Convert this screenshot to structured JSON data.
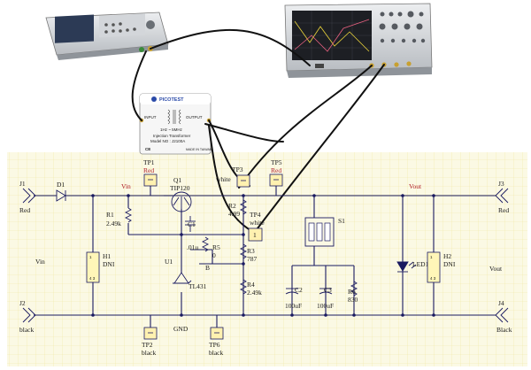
{
  "equipment": {
    "injection_transformer": {
      "brand": "PICOTEST",
      "input_label": "INPUT",
      "output_label": "OUTPUT",
      "freq_range": "1Hz ~ 5MHz",
      "caption": "Injection Transformer",
      "model": "Model NO : J2100A",
      "made_in": "MADE IN TAIWAN"
    }
  },
  "schematic": {
    "connectors": [
      {
        "ref": "J1",
        "label": "Red"
      },
      {
        "ref": "J2",
        "label": "black"
      },
      {
        "ref": "J3",
        "label": "Red"
      },
      {
        "ref": "J4",
        "label": "Black"
      }
    ],
    "test_points": [
      {
        "ref": "TP1",
        "label": "Red"
      },
      {
        "ref": "TP2",
        "label": "black"
      },
      {
        "ref": "TP3",
        "label": "white"
      },
      {
        "ref": "TP4",
        "label": "white"
      },
      {
        "ref": "TP5",
        "label": "Red"
      },
      {
        "ref": "TP6",
        "label": "black"
      }
    ],
    "components": {
      "d1": "D1",
      "q1_ref": "Q1",
      "q1_value": "TIP120",
      "r1_ref": "R1",
      "r1_value": "2.49k",
      "r2_ref": "R2",
      "r2_value": "4.99",
      "r3_ref": "R3",
      "r3_value": "787",
      "r4_ref": "R4",
      "r4_value": "2.49k",
      "r5_ref": "R5",
      "r5_value": "0",
      "r6_ref": "R6",
      "r6_value": "830",
      "c1_ref": "C1",
      "c1_value": ".01u",
      "c2_ref": "C2",
      "c2_value": "100uF",
      "c3_ref": "C3",
      "c3_value": "100uF",
      "u1_ref": "U1",
      "u1_value": "TL431",
      "h1_ref": "H1",
      "h1_value": "DNI",
      "h2_ref": "H2",
      "h2_value": "DNI",
      "s1_ref": "S1",
      "led1": "LED1",
      "node_b": "B",
      "tp4_marker": "1"
    },
    "nets": {
      "vin_top": "Vin",
      "vin_left": "Vin",
      "vout_top": "Vout",
      "vout_right": "Vout",
      "gnd": "GND"
    }
  },
  "colors": {
    "grid": "#f0e6a2",
    "sheet": "#fbf9e4",
    "wire": "#1a1a60",
    "testpoint": "#fff1b0",
    "net_red": "#b0202a"
  }
}
